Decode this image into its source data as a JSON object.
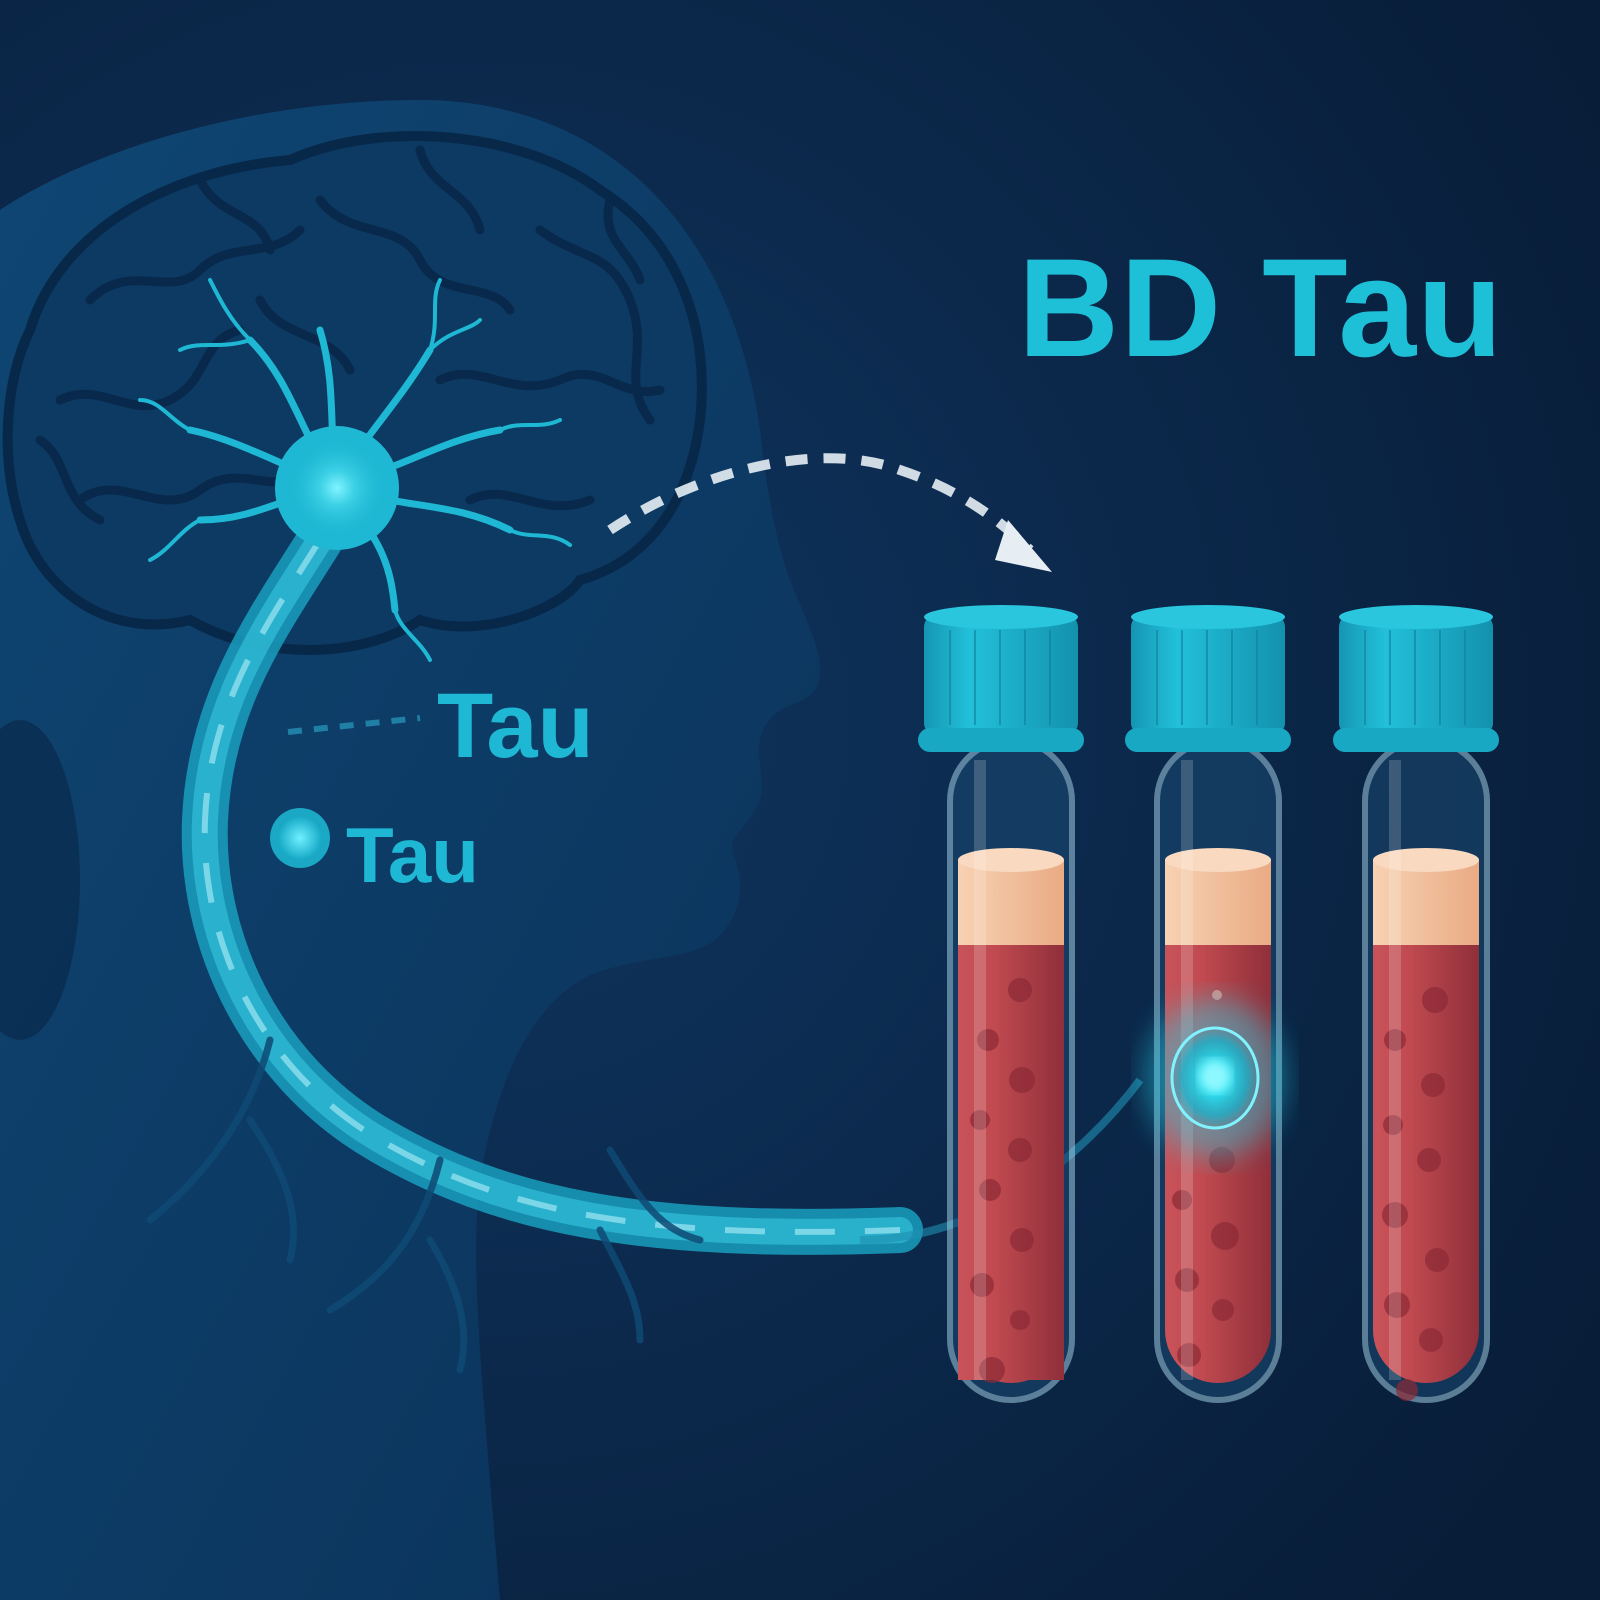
{
  "title": "BD Tau",
  "labels": {
    "tau_axon": "Tau",
    "tau_particle": "Tau"
  },
  "colors": {
    "background": "#0b2443",
    "head_silhouette": "#0e3d66",
    "brain": "#0f4470",
    "neuron": "#1fb8d4",
    "title_text": "#1ec0d8",
    "tube_cap": "#1aaec9",
    "plasma": "#f2c09a",
    "blood": "#b8434a",
    "arrow": "#e6eef4"
  },
  "diagram": {
    "elements": [
      "head-silhouette",
      "brain",
      "neuron",
      "axon",
      "tau-particle",
      "dashed-arrow",
      "blood-tubes"
    ],
    "tubes": [
      {
        "id": "tube-1",
        "has_tau_glow": false
      },
      {
        "id": "tube-2",
        "has_tau_glow": true
      },
      {
        "id": "tube-3",
        "has_tau_glow": false
      }
    ]
  }
}
